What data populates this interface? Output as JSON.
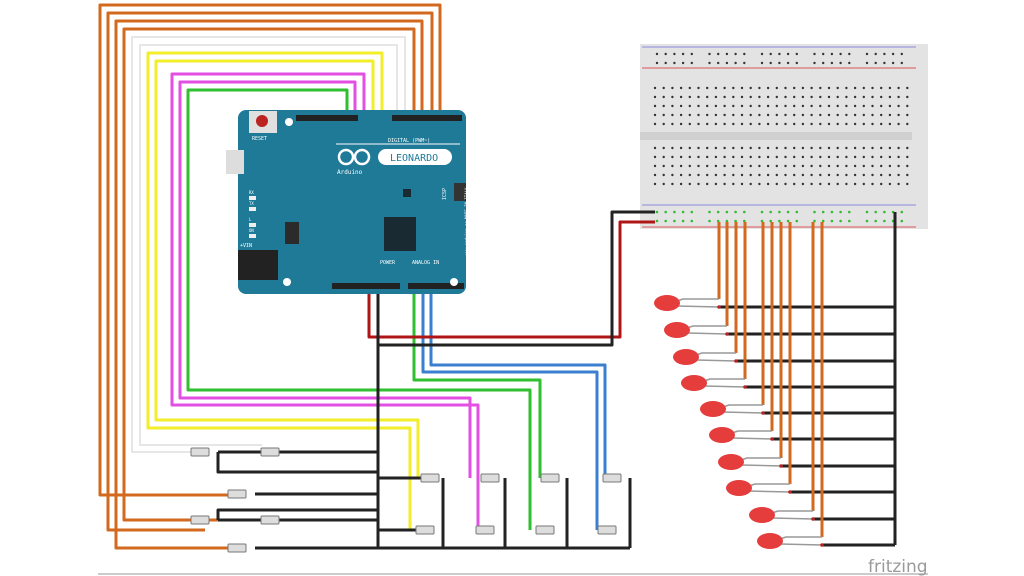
{
  "board": {
    "name": "LEONARDO",
    "brand": "Arduino",
    "reset_label": "RESET",
    "digital_label": "DIGITAL (PWM~)",
    "power_label": "POWER",
    "analog_label": "ANALOG IN",
    "icsp_label": "ICSP",
    "vin_label": "+VIN",
    "leds": [
      "RX",
      "TX",
      "L",
      "ON"
    ],
    "made_in": "www.arduino.cc MADE IN ITALY"
  },
  "watermark": "fritzing",
  "colors": {
    "board": "#1f7a98",
    "orange_wire": "#d2691e",
    "white_wire": "#e6e6e6",
    "yellow_wire": "#f2ee2a",
    "magenta_wire": "#e34ee3",
    "green_wire": "#2fbf2f",
    "blue_wire": "#3a7fd0",
    "red_wire": "#b01515",
    "black_wire": "#222222",
    "led": "#e53c3c",
    "breadboard": "#e3e3e3"
  },
  "components": {
    "led_count": 10,
    "pushbutton_count": 14
  }
}
